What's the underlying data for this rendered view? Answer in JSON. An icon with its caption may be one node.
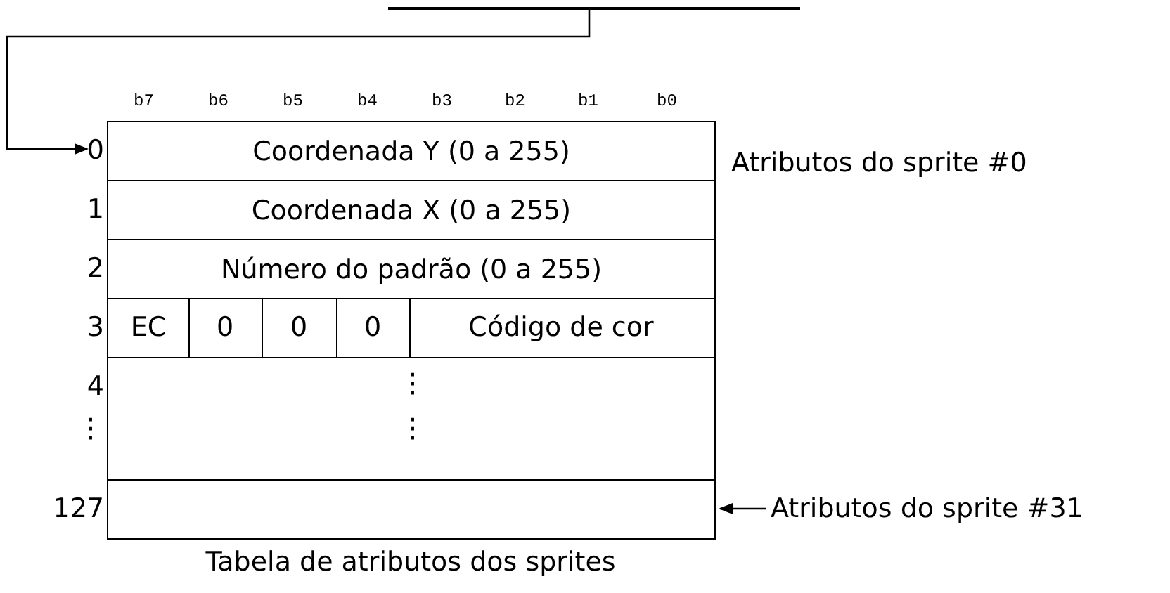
{
  "diagram": {
    "caption": "Tabela de atributos dos sprites",
    "nodes": [
      {
        "text": [],
        "shape": "bar"
      },
      {
        "text": [
          "Coordenada Y (0 a 255)"
        ]
      },
      {
        "text": [
          "Coordenada X (0 a 255)"
        ]
      },
      {
        "text": [
          "Número do padrão (0 a 255)"
        ]
      },
      {
        "text": [],
        "shape": "box"
      },
      {
        "text": [
          "EC"
        ],
        "in": 4
      },
      {
        "text": [
          "0"
        ],
        "in": 4
      },
      {
        "text": [
          "0"
        ],
        "in": 4
      },
      {
        "text": [
          "0"
        ],
        "in": 4
      },
      {
        "text": [
          "Código de cor"
        ],
        "in": 4
      },
      {
        "text": [
          "⋮",
          "⋮"
        ]
      },
      {
        "text": [],
        "shape": "box"
      },
      {
        "text": [
          "Atributos do sprite #31"
        ]
      }
    ],
    "edges": [
      {
        "from": 0,
        "to": 1,
        "arrow": "to"
      },
      {
        "from": 12,
        "to": 11,
        "arrow": "to"
      }
    ],
    "labels": [
      "b7",
      "b6",
      "b5",
      "b4",
      "b3",
      "b2",
      "b1",
      "b0",
      "0",
      "Atributos do sprite #0",
      "1",
      "2",
      "3",
      "4",
      "⋮",
      "127"
    ]
  }
}
